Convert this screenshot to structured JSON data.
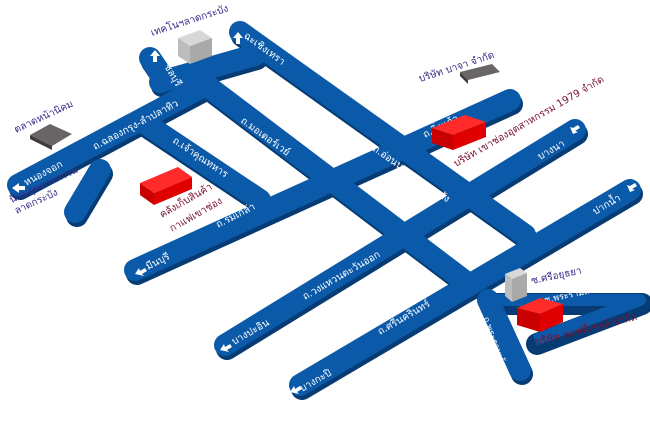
{
  "roads": {
    "chalong_krung": "ถ.ฉลองกรุง-ลำปลาทิว",
    "chao_khun_thahan": "ถ.เจ้าคุณทหาร",
    "motorway": "ถ.มอเตอร์เวย์",
    "romklao": "ถ.ร่มเกล้า",
    "kingkaew": "ถ.กิ่งแก้ว",
    "onnut": "ถ.อ่อนนุช-ลาดกระบัง",
    "wongwaen": "ถ.วงแหวนตะวันออก",
    "srinakarin": "ถ.ศรีนครินทร์",
    "rama9": "ถ.พระรามเก้า",
    "rama9_soi": "ซ.พระรามเก้า 60"
  },
  "directions": {
    "chonburi": "ชลบุรี",
    "chachoengsao": "ฉะเชิงเทรา",
    "nong_chok": "หนองจอก",
    "min_buri": "มีนบุรี",
    "bang_pa_in": "บางปะอิน",
    "bang_kapi": "บางกะปิ",
    "bang_na": "บางนา",
    "pak_nam": "ปากน้ำ"
  },
  "places": {
    "kmitl": "เทคโนฯลาดกระบัง",
    "market": "ตลาดหน้านิคม",
    "industrial_estate": "นิคมอุตสาหกรรม ลาดกระบัง",
    "bajaj": "บริษัท บาจา จำกัด",
    "soi_sri_ayutthaya": "ซ.ศรีอยุธยา"
  },
  "companies": {
    "warehouse_line1": "คลังเก็บสินค้า",
    "warehouse_line2": "กาแฟเขาช่อง",
    "khao_shong_industry": "บริษัท เขาช่องอุตสาหกรรม 1979 จำกัด",
    "coffee_sale": "บริษัท คอฟฟี่เซลล์ จำกัด"
  },
  "colors": {
    "road": "#0b5aa9",
    "company": "#e00000",
    "landmark_gray": "#b9b9b9",
    "landmark_dark": "#5e5a5a"
  }
}
